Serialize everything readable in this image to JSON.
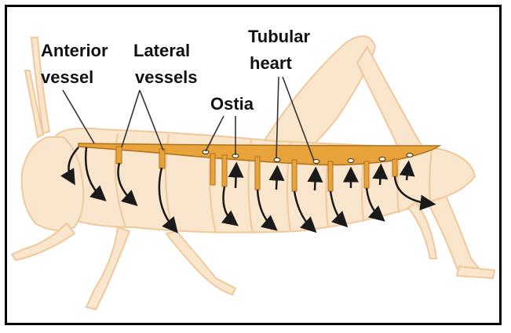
{
  "labels": {
    "anterior_vessel": [
      "Anterior",
      "vessel"
    ],
    "lateral_vessels": [
      "Lateral",
      "vessels"
    ],
    "ostia": "Ostia",
    "tubular_heart": [
      "Tubular",
      "heart"
    ]
  },
  "colors": {
    "body_fill": "#f9e6cd",
    "body_outline": "#f0c89a",
    "heart_fill": "#e8a43a",
    "heart_outline": "#b0701a",
    "arrow": "#1a1a1a",
    "frame": "#000000"
  }
}
